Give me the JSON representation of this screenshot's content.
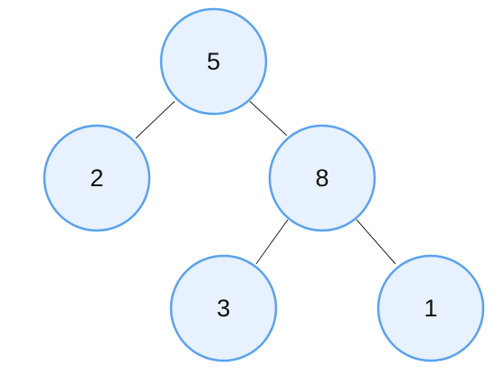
{
  "tree": {
    "nodes": [
      {
        "id": "root",
        "value": "5"
      },
      {
        "id": "left",
        "value": "2"
      },
      {
        "id": "right",
        "value": "8"
      },
      {
        "id": "right-left",
        "value": "3"
      },
      {
        "id": "right-right",
        "value": "1"
      }
    ],
    "edges": [
      {
        "from": "root",
        "to": "left"
      },
      {
        "from": "root",
        "to": "right"
      },
      {
        "from": "right",
        "to": "right-left"
      },
      {
        "from": "right",
        "to": "right-right"
      }
    ]
  },
  "colors": {
    "node_fill": "#e8f1ff",
    "node_stroke": "#5aa2ee",
    "edge": "#222222",
    "text": "#111111"
  }
}
